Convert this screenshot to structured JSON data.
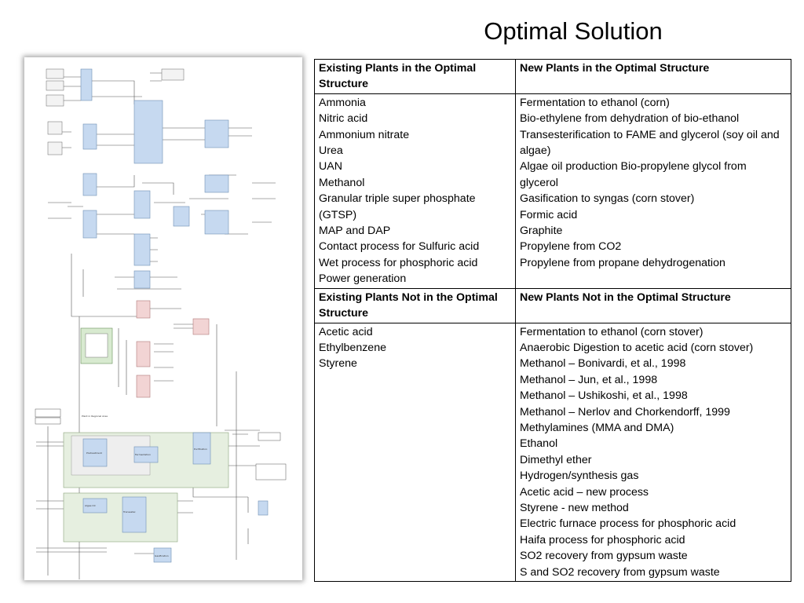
{
  "slide": {
    "title": "Optimal Solution"
  },
  "table": {
    "sections": [
      {
        "headers": [
          "Existing Plants in the Optimal Structure",
          "New Plants in the Optimal Structure"
        ],
        "left": [
          "Ammonia",
          "Nitric acid",
          "Ammonium nitrate",
          "Urea",
          "UAN",
          "Methanol",
          "Granular triple super phosphate (GTSP)",
          "MAP and DAP",
          "Contact process for Sulfuric acid",
          "Wet process for phosphoric acid",
          "Power generation"
        ],
        "right": [
          "Fermentation to ethanol (corn)",
          "Bio-ethylene from dehydration of bio-ethanol",
          "Transesterification to FAME and glycerol (soy oil and algae)",
          "Algae oil production Bio-propylene glycol from glycerol",
          "Gasification to syngas (corn stover)",
          "Formic acid",
          "Graphite",
          "Propylene from CO2",
          "Propylene from propane dehydrogenation"
        ]
      },
      {
        "headers": [
          "Existing Plants Not in the Optimal Structure",
          "New Plants Not in the Optimal Structure"
        ],
        "left": [
          "Acetic acid",
          "Ethylbenzene",
          "Styrene"
        ],
        "right": [
          "Fermentation to ethanol (corn stover)",
          "Anaerobic Digestion to acetic acid (corn stover)",
          "Methanol – Bonivardi, et al., 1998",
          "Methanol – Jun, et al., 1998",
          "Methanol – Ushikoshi, et al., 1998",
          "Methanol – Nerlov and Chorkendorff, 1999",
          "Methylamines (MMA and DMA)",
          "Ethanol",
          "Dimethyl ether",
          "Hydrogen/synthesis gas",
          "Acetic acid – new process",
          "Styrene - new method",
          "Electric furnace process for phosphoric acid",
          "Haifa process for phosphoric acid",
          "SO2 recovery from gypsum waste",
          "S and SO2 recovery from gypsum waste"
        ]
      }
    ]
  },
  "diagram": {
    "description_labels": [
      "Plant in Regional Area",
      "Fermentation (Corn)",
      "Pretreatment (Corn)",
      "Purification",
      "Transesterification",
      "Algae Oil Production",
      "Gasification"
    ],
    "colors": {
      "blue_box": "#c6d9f0",
      "pink_box": "#f2d4d4",
      "green_box": "#d8ead0",
      "gray_box": "#e9e9e9",
      "lines": "#555555"
    }
  }
}
